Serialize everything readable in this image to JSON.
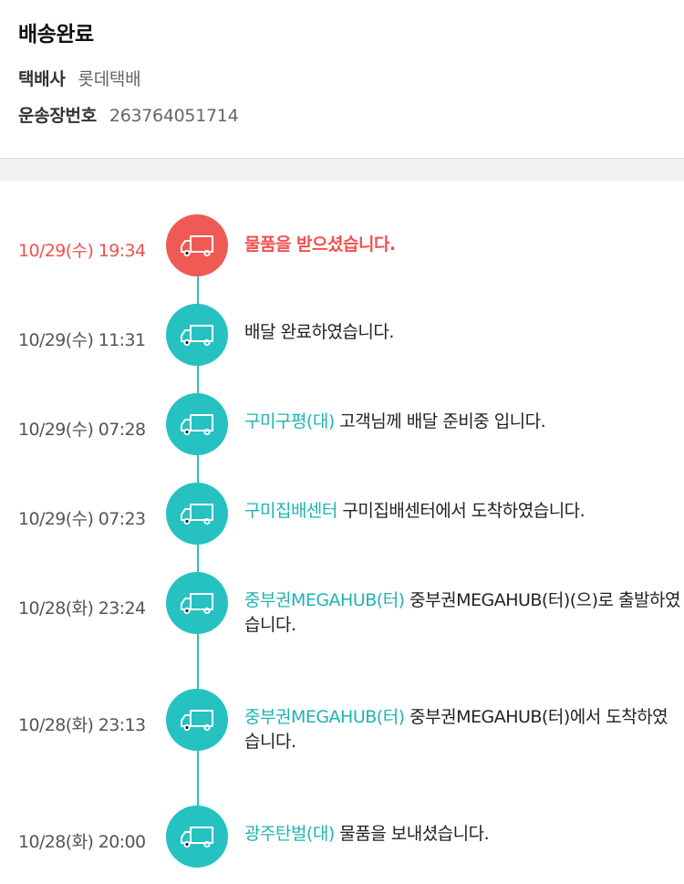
{
  "header": {
    "status": "배송완료",
    "courier_label": "택배사",
    "courier_value": "롯데택배",
    "tracking_label": "운송장번호",
    "tracking_value": "263764051714"
  },
  "colors": {
    "accent_teal": "#26c2c2",
    "location_text": "#1fb3b3",
    "active_red": "#f05a55"
  },
  "events": [
    {
      "time": "10/29(수) 19:34",
      "location": "",
      "message": "물품을 받으셨습니다.",
      "icon": "truck-icon",
      "active": true
    },
    {
      "time": "10/29(수) 11:31",
      "location": "",
      "message": "배달 완료하였습니다.",
      "icon": "truck-icon",
      "active": false
    },
    {
      "time": "10/29(수) 07:28",
      "location": "구미구평(대)",
      "message": "고객님께 배달 준비중 입니다.",
      "icon": "truck-icon",
      "active": false
    },
    {
      "time": "10/29(수) 07:23",
      "location": "구미집배센터",
      "message": "구미집배센터에서 도착하였습니다.",
      "icon": "truck-icon",
      "active": false
    },
    {
      "time": "10/28(화) 23:24",
      "location": "중부권MEGAHUB(터)",
      "message": "중부권MEGAHUB(터)(으)로 출발하였습니다.",
      "icon": "truck-icon",
      "active": false
    },
    {
      "time": "10/28(화) 23:13",
      "location": "중부권MEGAHUB(터)",
      "message": "중부권MEGAHUB(터)에서 도착하였습니다.",
      "icon": "truck-icon",
      "active": false
    },
    {
      "time": "10/28(화) 20:00",
      "location": "광주탄벌(대)",
      "message": "물품을 보내셨습니다.",
      "icon": "truck-icon",
      "active": false
    }
  ]
}
